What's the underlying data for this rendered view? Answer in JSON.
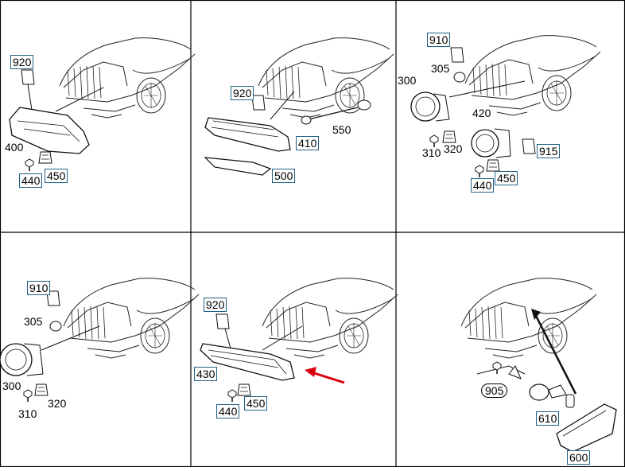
{
  "panels": [
    {
      "id": "p1",
      "callouts": [
        {
          "text": "920",
          "boxed": true
        },
        {
          "text": "400",
          "boxed": false
        },
        {
          "text": "440",
          "boxed": true
        },
        {
          "text": "450",
          "boxed": true
        }
      ]
    },
    {
      "id": "p2",
      "callouts": [
        {
          "text": "920",
          "boxed": true
        },
        {
          "text": "410",
          "boxed": true
        },
        {
          "text": "550",
          "boxed": false
        },
        {
          "text": "500",
          "boxed": true
        }
      ]
    },
    {
      "id": "p3",
      "callouts": [
        {
          "text": "910",
          "boxed": true
        },
        {
          "text": "305",
          "boxed": false
        },
        {
          "text": "300",
          "boxed": false
        },
        {
          "text": "420",
          "boxed": false
        },
        {
          "text": "915",
          "boxed": true
        },
        {
          "text": "310",
          "boxed": false
        },
        {
          "text": "320",
          "boxed": false
        },
        {
          "text": "440",
          "boxed": true
        },
        {
          "text": "450",
          "boxed": true
        }
      ]
    },
    {
      "id": "p4",
      "callouts": [
        {
          "text": "910",
          "boxed": true
        },
        {
          "text": "305",
          "boxed": false
        },
        {
          "text": "300",
          "boxed": false
        },
        {
          "text": "310",
          "boxed": false
        },
        {
          "text": "320",
          "boxed": false
        }
      ]
    },
    {
      "id": "p5",
      "callouts": [
        {
          "text": "920",
          "boxed": true
        },
        {
          "text": "430",
          "boxed": true
        },
        {
          "text": "440",
          "boxed": true
        },
        {
          "text": "450",
          "boxed": true
        }
      ]
    },
    {
      "id": "p6",
      "callouts": [
        {
          "text": "905",
          "boxed": false
        },
        {
          "text": "610",
          "boxed": true
        },
        {
          "text": "600",
          "boxed": true
        }
      ]
    }
  ],
  "colors": {
    "grid": "#000000",
    "callout_border": "#1f5f86",
    "arrow": "#d9000d",
    "line": "#000000"
  }
}
